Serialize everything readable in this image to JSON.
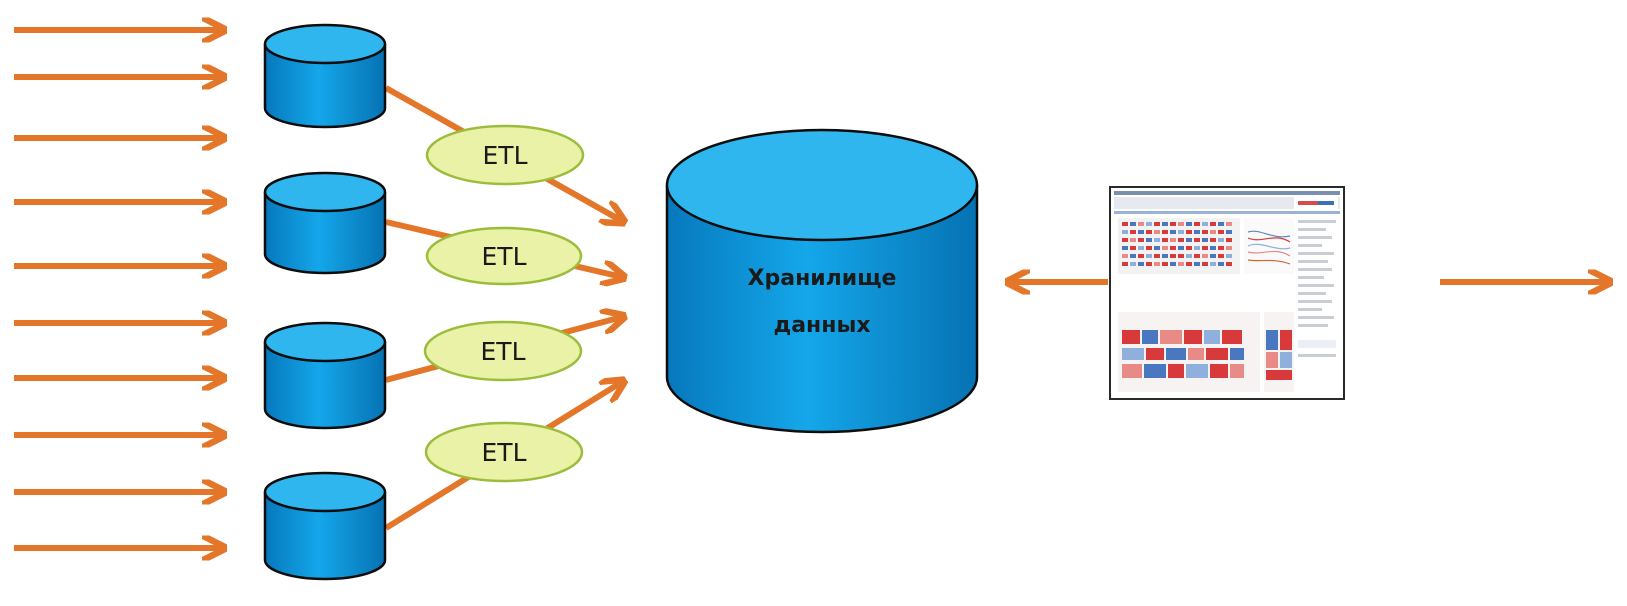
{
  "colors": {
    "arrow": "#e4762a",
    "cylinder_top": "#2fb6ef",
    "cylinder_body": "#0a8fd6",
    "etl_fill": "#e9f2a6",
    "etl_stroke": "#9cbd3c"
  },
  "etl_labels": [
    "ETL",
    "ETL",
    "ETL",
    "ETL"
  ],
  "warehouse": {
    "line1": "Хранилище",
    "line2": "данных"
  },
  "source_db_count": 4,
  "input_arrow_count": 10,
  "dashboard_thumbnail": "bi-dashboard-screenshot"
}
